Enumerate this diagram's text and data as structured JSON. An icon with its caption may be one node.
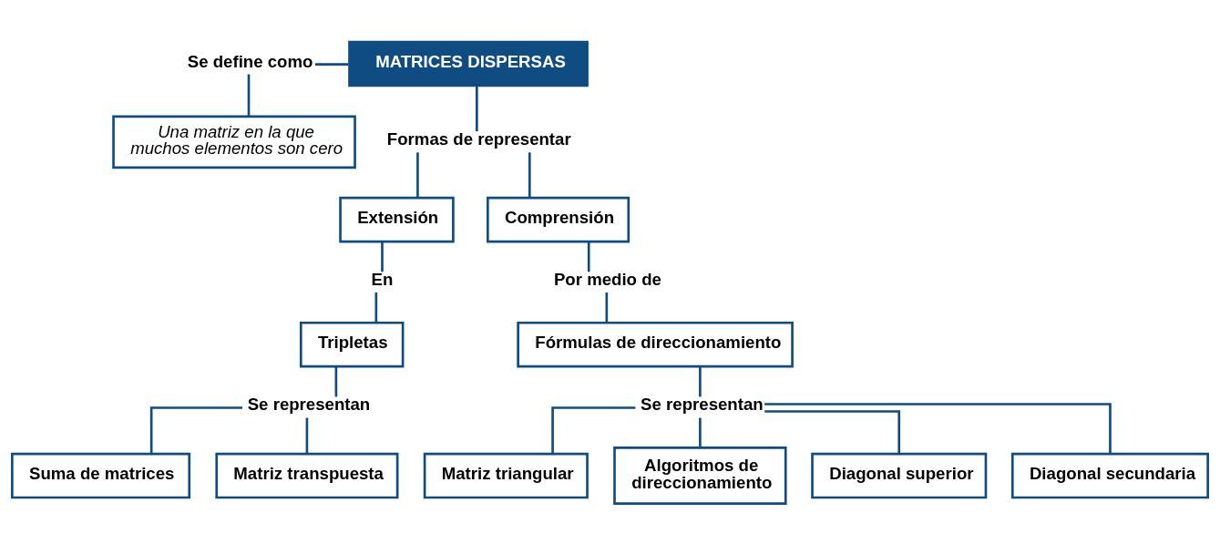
{
  "diagram": {
    "nodes": [
      {
        "text": [
          "MATRICES DISPERSAS"
        ]
      },
      {
        "text": [
          "Se define como"
        ]
      },
      {
        "text": [
          "Una matriz en la que muchos elementos son cero"
        ]
      },
      {
        "text": [
          "Formas de representar"
        ]
      },
      {
        "text": [
          "Extensión"
        ]
      },
      {
        "text": [
          "En"
        ]
      },
      {
        "text": [
          "Tripletas"
        ]
      },
      {
        "text": [
          "Se representan"
        ]
      },
      {
        "text": [
          "Suma de matrices"
        ]
      },
      {
        "text": [
          "Matriz transpuesta"
        ]
      },
      {
        "text": [
          "Comprensión"
        ]
      },
      {
        "text": [
          "Por medio de"
        ]
      },
      {
        "text": [
          "Fórmulas de direccionamiento"
        ]
      },
      {
        "text": [
          "Se representan"
        ]
      },
      {
        "text": [
          "Diagonal superior"
        ]
      },
      {
        "text": [
          "Diagonal secundaria"
        ]
      },
      {
        "text": [
          "Matriz triangular"
        ]
      },
      {
        "text": [
          "Algoritmos de direccionamiento"
        ]
      }
    ],
    "edges": [
      {
        "from": 1,
        "to": 0,
        "arrow": "none"
      },
      {
        "from": 1,
        "to": 2,
        "arrow": "none"
      },
      {
        "from": 0,
        "to": 3,
        "arrow": "none"
      },
      {
        "from": 3,
        "to": 4,
        "arrow": "none"
      },
      {
        "from": 3,
        "to": 10,
        "arrow": "none"
      },
      {
        "from": 4,
        "to": 5,
        "arrow": "none"
      },
      {
        "from": 5,
        "to": 6,
        "arrow": "none"
      },
      {
        "from": 6,
        "to": 7,
        "arrow": "none"
      },
      {
        "from": 7,
        "to": 8,
        "arrow": "none"
      },
      {
        "from": 7,
        "to": 9,
        "arrow": "none"
      },
      {
        "from": 10,
        "to": 11,
        "arrow": "none"
      },
      {
        "from": 11,
        "to": 12,
        "arrow": "none"
      },
      {
        "from": 12,
        "to": 13,
        "arrow": "none"
      },
      {
        "from": 13,
        "to": 14,
        "arrow": "none"
      },
      {
        "from": 13,
        "to": 15,
        "arrow": "none"
      },
      {
        "from": 13,
        "to": 16,
        "arrow": "none"
      },
      {
        "from": 13,
        "to": 17,
        "arrow": "none"
      }
    ]
  }
}
